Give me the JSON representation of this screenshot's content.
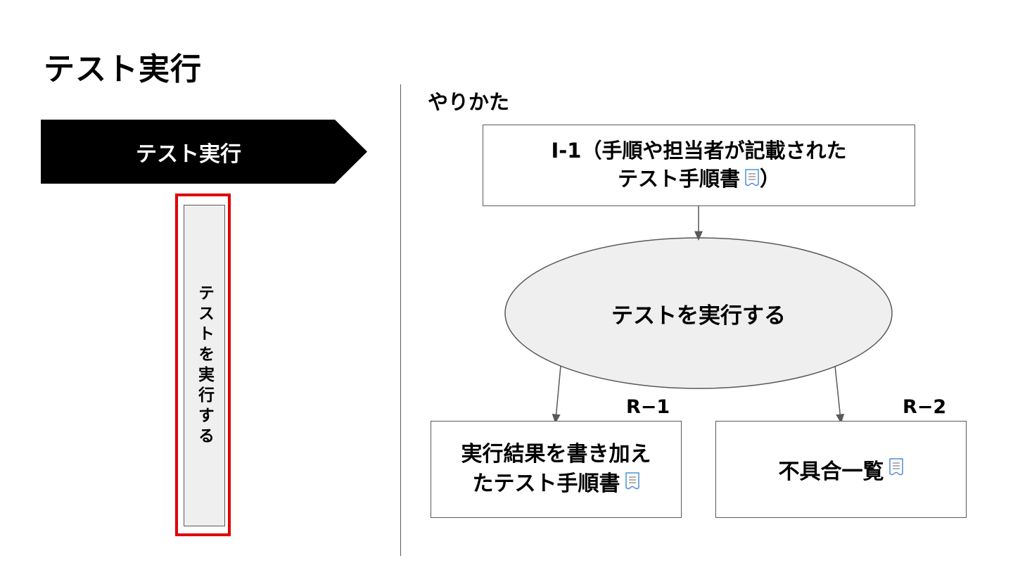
{
  "page_title": "テスト実行",
  "left": {
    "phase_label": "テスト実行",
    "step_label": "テストを実行する"
  },
  "right": {
    "heading": "やりかた",
    "input": {
      "line1": "I-1（手順や担当者が記載された",
      "line2": "テスト手順書",
      "suffix": "）"
    },
    "process": "テストを実行する",
    "results": [
      {
        "id": "R−1",
        "line1": "実行結果を書き加え",
        "line2": "たテスト手順書"
      },
      {
        "id": "R−2",
        "line1": "不具合一覧"
      }
    ]
  },
  "icons": {
    "document": "document-icon"
  },
  "colors": {
    "banner": "#000000",
    "highlight_border": "#e00000",
    "step_fill": "#efefef",
    "process_fill": "#efefef",
    "line": "#595959",
    "doc_icon_stroke": "#4a90d9"
  }
}
